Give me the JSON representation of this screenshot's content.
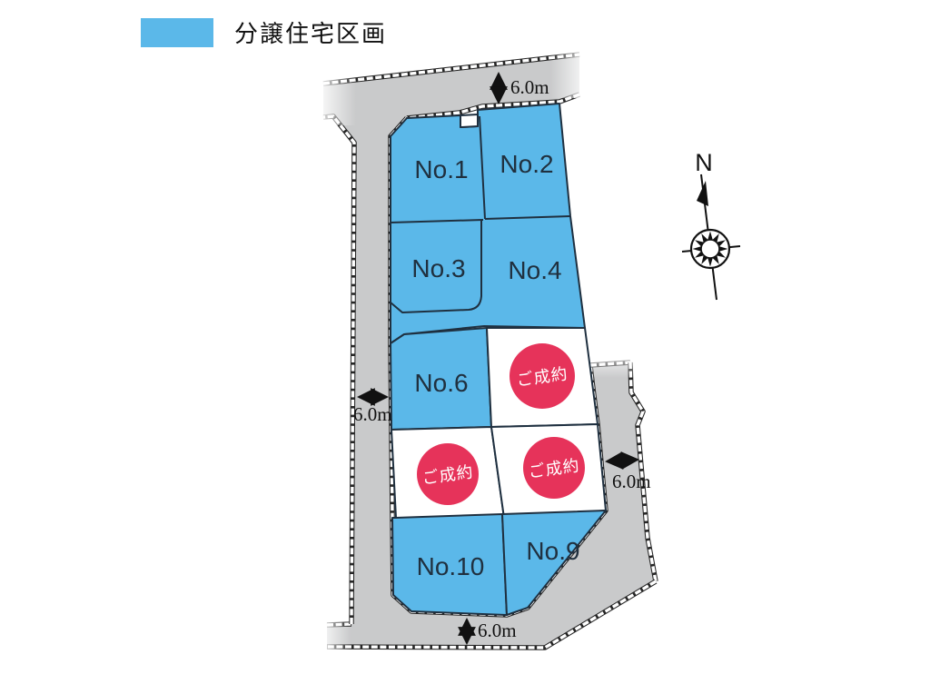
{
  "legend": {
    "label": "分譲住宅区画"
  },
  "compass": {
    "label": "N"
  },
  "lots": [
    {
      "label": "No.1",
      "status": "available"
    },
    {
      "label": "No.2",
      "status": "available"
    },
    {
      "label": "No.3",
      "status": "available"
    },
    {
      "label": "No.4",
      "status": "available"
    },
    {
      "label": "No.6",
      "status": "available"
    },
    {
      "label": "ご成約",
      "status": "sold"
    },
    {
      "label": "ご成約",
      "status": "sold"
    },
    {
      "label": "ご成約",
      "status": "sold"
    },
    {
      "label": "No.10",
      "status": "available"
    },
    {
      "label": "No.9",
      "status": "available"
    }
  ],
  "dimensions": {
    "top": "6.0m",
    "left": "6.0m",
    "right": "6.0m",
    "bottom": "6.0m"
  },
  "colors": {
    "lot_blue": "#5bb8e9",
    "road_gray": "#c9cacb",
    "sold_red": "#e6335a",
    "white": "#ffffff"
  }
}
